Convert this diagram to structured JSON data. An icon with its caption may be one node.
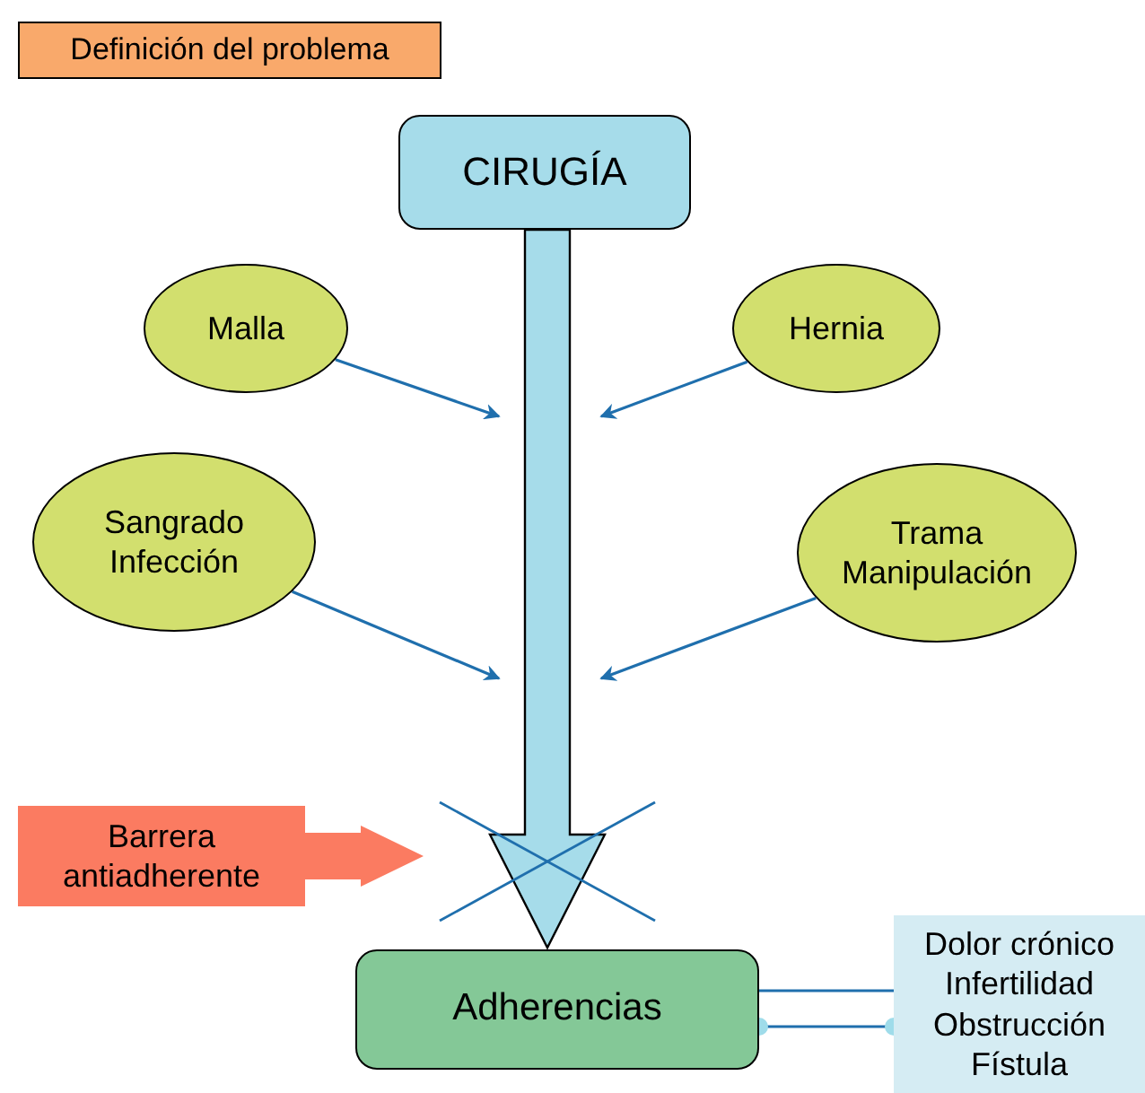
{
  "diagram": {
    "title": "Definición del problema",
    "nodes": [
      {
        "text": [
          "CIRUGÍA"
        ]
      },
      {
        "text": [
          "Malla"
        ]
      },
      {
        "text": [
          "Hernia"
        ]
      },
      {
        "text": [
          "Sangrado Infección"
        ]
      },
      {
        "text": [
          "Trama Manipulación"
        ]
      },
      {
        "text": [
          "Barrera antiadherente"
        ]
      },
      {
        "text": [
          "Adherencias"
        ]
      },
      {
        "text": [
          "Dolor crónico",
          "Infertilidad",
          "Obstrucción",
          "Fístula"
        ]
      }
    ],
    "edges": [
      {
        "from": 0,
        "to": 6,
        "arrow": "to",
        "style": "thick",
        "color": "#a6dcea"
      },
      {
        "from": 1,
        "to": null,
        "arrow": "to"
      },
      {
        "from": 2,
        "to": null,
        "arrow": "to"
      },
      {
        "from": 3,
        "to": null,
        "arrow": "to"
      },
      {
        "from": 4,
        "to": null,
        "arrow": "to"
      },
      {
        "from": 5,
        "to": null,
        "arrow": "to",
        "style": "thick",
        "color": "#fb7b61"
      },
      {
        "from": 6,
        "to": 7,
        "arrow": "none"
      },
      {
        "from": 6,
        "to": 7,
        "arrow": "other"
      }
    ]
  }
}
